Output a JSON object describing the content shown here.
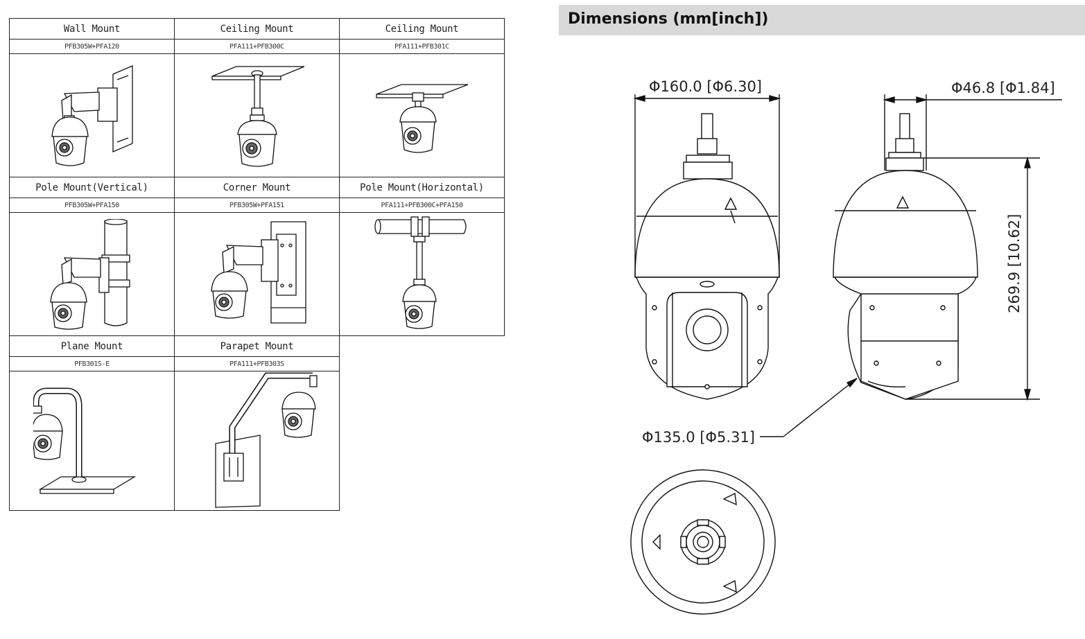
{
  "mounts": [
    {
      "name": "Wall Mount",
      "code": "PFB305W+PFA120",
      "icon": "wall-mount-drawing"
    },
    {
      "name": "Ceiling Mount",
      "code": "PFA111+PFB300C",
      "icon": "ceiling-mount-drawing"
    },
    {
      "name": "Ceiling Mount",
      "code": "PFA111+PFB301C",
      "icon": "ceiling-mount-drawing"
    },
    {
      "name": "Pole Mount(Vertical)",
      "code": "PFB305W+PFA150",
      "icon": "pole-mount-vertical-drawing"
    },
    {
      "name": "Corner Mount",
      "code": "PFB305W+PFA151",
      "icon": "corner-mount-drawing"
    },
    {
      "name": "Pole Mount(Horizontal)",
      "code": "PFA111+PFB300C+PFA150",
      "icon": "pole-mount-horizontal-drawing"
    },
    {
      "name": "Plane Mount",
      "code": "PFB301S-E",
      "icon": "plane-mount-drawing"
    },
    {
      "name": "Parapet Mount",
      "code": "PFA111+PFB303S",
      "icon": "parapet-mount-drawing"
    }
  ],
  "dimensions": {
    "title": "Dimensions (mm[inch])",
    "outer_diameter": "Φ160.0 [Φ6.30]",
    "top_diameter": "Φ46.8 [Φ1.84]",
    "height": "269.9 [10.62]",
    "lower_diameter": "Φ135.0 [Φ5.31]"
  }
}
